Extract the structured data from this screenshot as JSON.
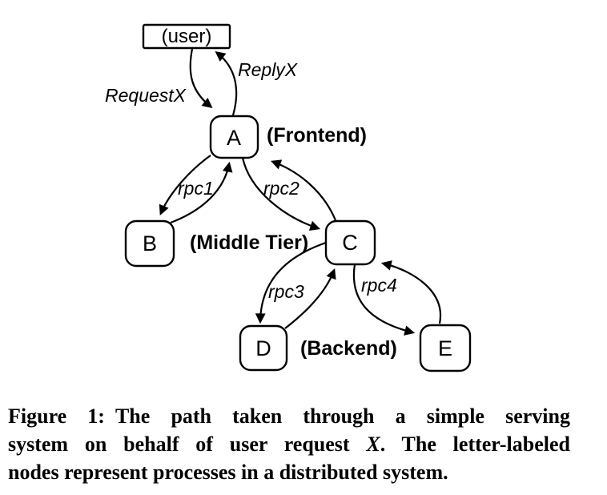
{
  "diagram": {
    "nodes": [
      {
        "id": "user",
        "label": "(user)",
        "shape": "rectangle"
      },
      {
        "id": "A",
        "label": "A",
        "annotation": "(Frontend)"
      },
      {
        "id": "B",
        "label": "B"
      },
      {
        "id": "C",
        "label": "C",
        "annotation": "(Middle Tier)"
      },
      {
        "id": "D",
        "label": "D",
        "annotation": "(Backend)"
      },
      {
        "id": "E",
        "label": "E"
      }
    ],
    "edges": [
      {
        "from": "user",
        "to": "A",
        "label": "RequestX"
      },
      {
        "from": "A",
        "to": "user",
        "label": "ReplyX"
      },
      {
        "from": "A",
        "to": "B",
        "label": "rpc1",
        "bidirectional": true
      },
      {
        "from": "A",
        "to": "C",
        "label": "rpc2",
        "bidirectional": true
      },
      {
        "from": "C",
        "to": "D",
        "label": "rpc3",
        "bidirectional": true
      },
      {
        "from": "C",
        "to": "E",
        "label": "rpc4",
        "bidirectional": true
      }
    ],
    "colors": {
      "stroke": "#000000",
      "background": "#ffffff"
    }
  },
  "caption": {
    "label": "Figure 1:",
    "line1": "The path taken through a simple serving",
    "line2_pre": "system on behalf of user request ",
    "line2_italic": "X",
    "line2_post": ". The letter-labeled",
    "line3": "nodes represent processes in a distributed system."
  }
}
